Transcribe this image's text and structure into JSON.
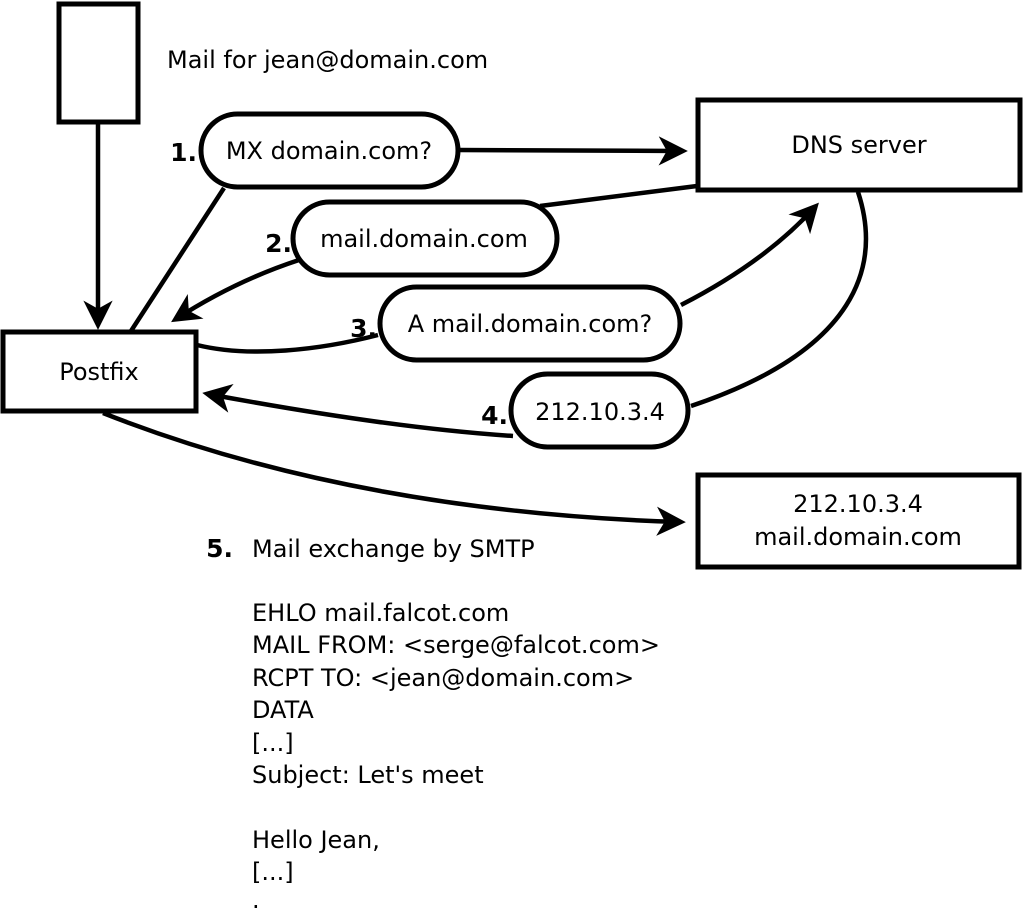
{
  "diagram": {
    "caption": "Mail for jean@domain.com",
    "nodes": {
      "postfix": {
        "label": "Postfix"
      },
      "dns_server": {
        "label": "DNS server"
      },
      "mail_server": {
        "line1": "212.10.3.4",
        "line2": "mail.domain.com"
      }
    },
    "steps": [
      {
        "num": "1.",
        "label": "MX domain.com?"
      },
      {
        "num": "2.",
        "label": "mail.domain.com"
      },
      {
        "num": "3.",
        "label": "A mail.domain.com?"
      },
      {
        "num": "4.",
        "label": "212.10.3.4"
      },
      {
        "num": "5.",
        "label": "Mail exchange by SMTP"
      }
    ],
    "smtp_session": [
      "EHLO mail.falcot.com",
      "MAIL FROM: <serge@falcot.com>",
      "RCPT TO: <jean@domain.com>",
      "DATA",
      "[...]",
      "Subject: Let's meet",
      "",
      "Hello Jean,",
      "[...]",
      "."
    ],
    "colors": {
      "stroke": "#000000",
      "background": "#ffffff"
    }
  }
}
